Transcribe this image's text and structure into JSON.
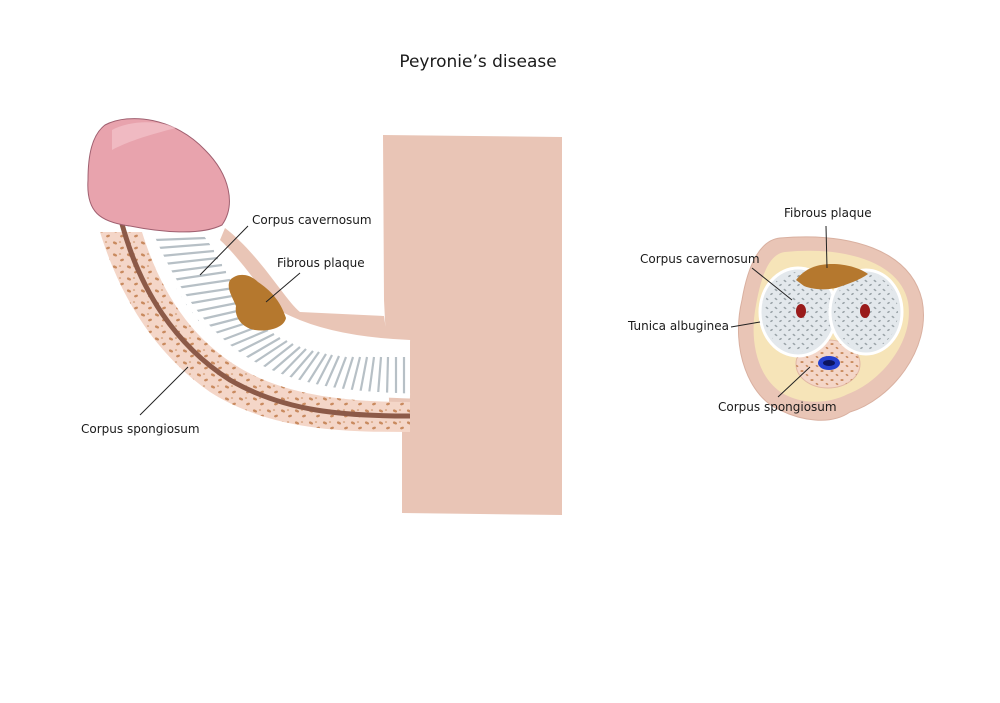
{
  "title": "Peyronie’s disease",
  "side_view": {
    "labels": {
      "corpus_cavernosum": "Corpus cavernosum",
      "fibrous_plaque": "Fibrous plaque",
      "corpus_spongiosum": "Corpus spongiosum"
    }
  },
  "cross_section": {
    "labels": {
      "fibrous_plaque": "Fibrous plaque",
      "corpus_cavernosum": "Corpus cavernosum",
      "tunica_albuginea": "Tunica albuginea",
      "corpus_spongiosum": "Corpus spongiosum"
    }
  },
  "colors": {
    "skin": "#e9c5b6",
    "glans": "#e8a3ad",
    "spongy_tissue": "#f4d6c8",
    "spongy_dots": "#c98b60",
    "urethra_line": "#8c5a48",
    "cavernosum_fill": "#e3e8ec",
    "tunica": "#f6e4b8",
    "plaque": "#b5782e",
    "artery": "#9a1b1b",
    "urethra_blue": "#2540cf"
  }
}
